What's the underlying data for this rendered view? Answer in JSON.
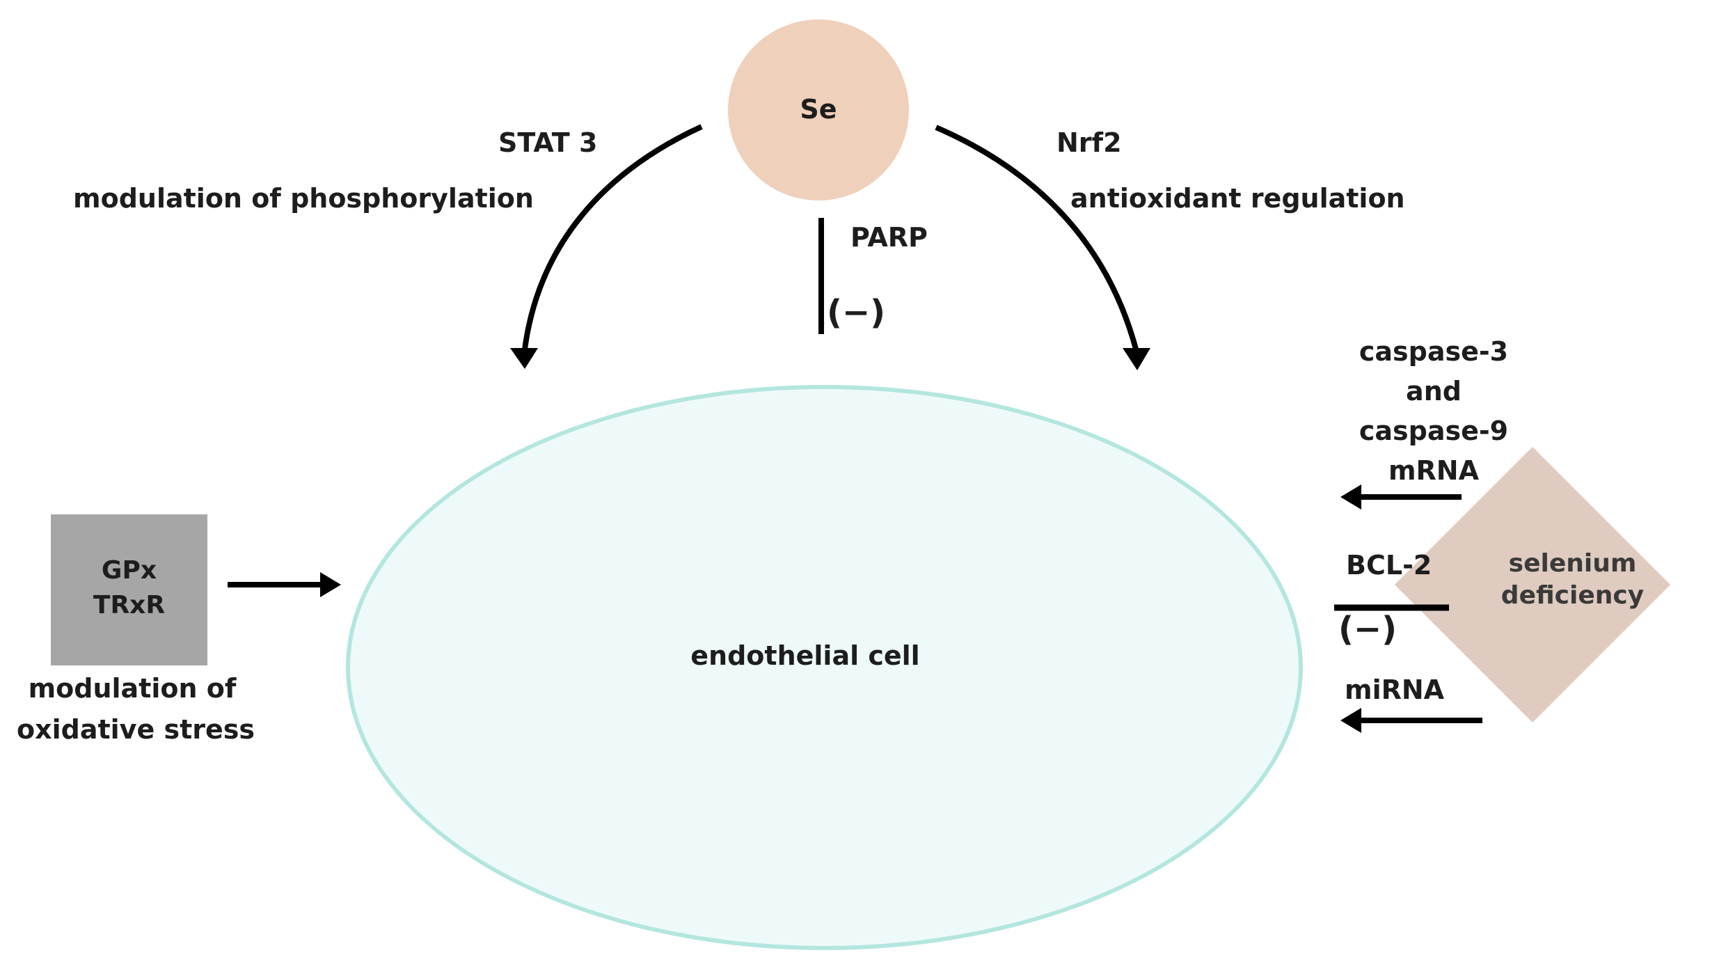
{
  "colors": {
    "se_fill": "#efd0bb",
    "cell_fill": "#eefaf9",
    "cell_border": "#b3e6df",
    "box_fill": "#a6a6a6",
    "diamond_fill": "#e0cbc0",
    "arrow": "#000000",
    "diamond_text": "#3a3a3a"
  },
  "nodes": {
    "se": "Se",
    "cell": "endothelial cell",
    "box_line1": "GPx",
    "box_line2": "TRxR",
    "deficiency_line1": "selenium",
    "deficiency_line2": "deficiency"
  },
  "labels": {
    "stat3": "STAT 3",
    "phospho": "modulation of phosphorylation",
    "nrf2": "Nrf2",
    "antioxidant": "antioxidant regulation",
    "parp": "PARP",
    "parp_inhibit": "(−)",
    "caspase_line1": "caspase-3",
    "caspase_line2": "and",
    "caspase_line3": "caspase-9",
    "caspase_line4": "mRNA",
    "bcl2": "BCL-2",
    "bcl2_inhibit": "(−)",
    "mirna": "miRNA",
    "oxidative_line1": "modulation of",
    "oxidative_line2": "oxidative stress"
  },
  "edges": [
    {
      "from": "Se",
      "to": "endothelial cell",
      "label": "STAT 3",
      "kind": "activation"
    },
    {
      "from": "Se",
      "to": "endothelial cell",
      "label": "Nrf2",
      "kind": "activation"
    },
    {
      "from": "Se",
      "to": "endothelial cell",
      "label": "PARP",
      "kind": "inhibition"
    },
    {
      "from": "GPx/TRxR",
      "to": "endothelial cell",
      "kind": "activation"
    },
    {
      "from": "selenium deficiency",
      "to": "endothelial cell",
      "label": "caspase-3 and caspase-9 mRNA",
      "kind": "activation"
    },
    {
      "from": "selenium deficiency",
      "to": "endothelial cell",
      "label": "BCL-2",
      "kind": "inhibition"
    },
    {
      "from": "selenium deficiency",
      "to": "endothelial cell",
      "label": "miRNA",
      "kind": "activation"
    }
  ]
}
